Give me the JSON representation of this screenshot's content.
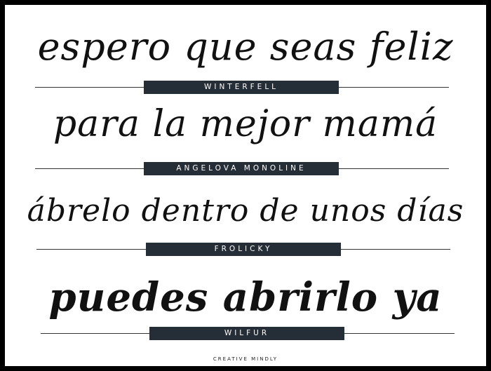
{
  "samples": [
    {
      "phrase": "espero que seas feliz",
      "font_label": "WINTERFELL"
    },
    {
      "phrase": "para la mejor mamá",
      "font_label": "ANGELOVA MONOLINE"
    },
    {
      "phrase": "ábrelo dentro de unos días",
      "font_label": "FROLICKY"
    },
    {
      "phrase": "puedes abrirlo ya",
      "font_label": "WILFUR"
    }
  ],
  "footer": {
    "brand": "CREATIVE MINDLY"
  },
  "colors": {
    "label_bg": "#252d36",
    "frame": "#000000",
    "text": "#111111"
  }
}
